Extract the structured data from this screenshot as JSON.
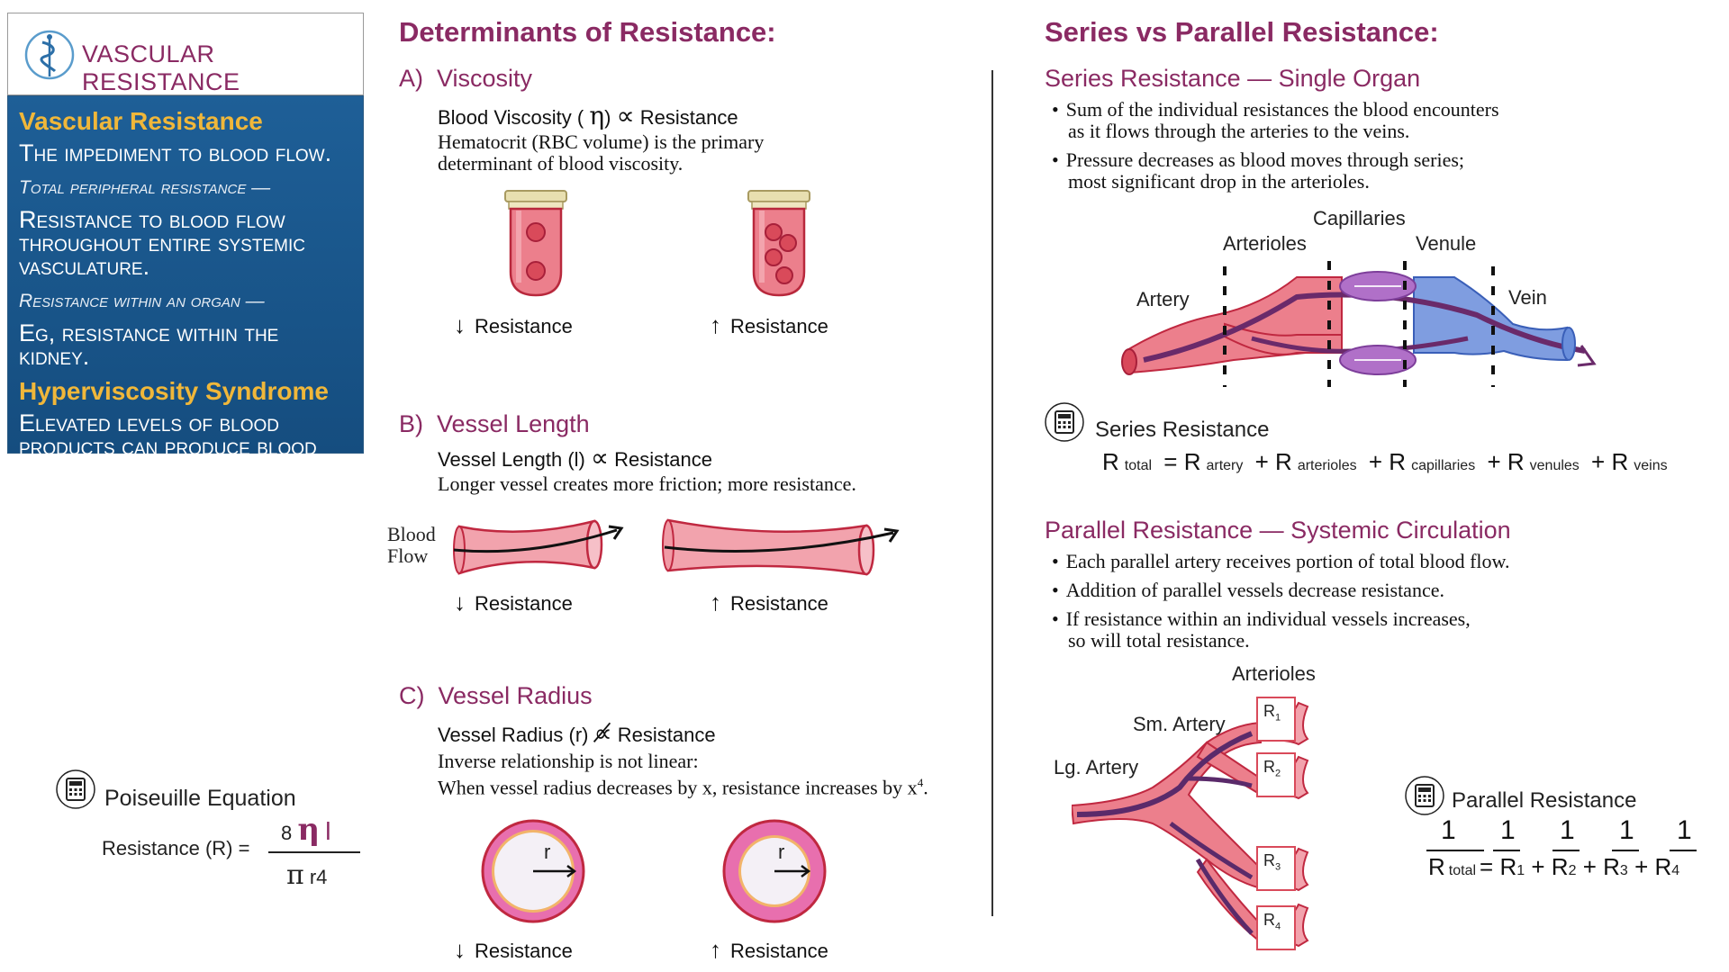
{
  "title_card": {
    "title": "VASCULAR RESISTANCE",
    "icon": "caduceus-icon"
  },
  "blue_panel": {
    "heading1": "Vascular Resistance",
    "def1": "The impediment to blood flow.",
    "sub1": "Total peripheral resistance —",
    "def2": "Resistance to blood flow throughout entire systemic vasculature.",
    "sub2": "Resistance within an organ —",
    "def3": "Eg, resistance within the kidney.",
    "heading2": "Hyperviscosity Syndrome",
    "def4": "Elevated levels of blood products can produce blood clots & stroke."
  },
  "poiseuille": {
    "title": "Poiseuille Equation",
    "lhs": "Resistance (R) =",
    "numerator_8": "8",
    "numerator_eta": "η",
    "numerator_l": "l",
    "denominator_pi": "π",
    "denominator_r": "r4"
  },
  "determinants": {
    "title": "Determinants of Resistance:",
    "a": {
      "letter": "A)",
      "name": "Viscosity",
      "relation_left": "Blood Viscosity (",
      "relation_eta": "η",
      "relation_close": ")",
      "relation_prop": "∝",
      "relation_right": "Resistance",
      "desc1": "Hematocrit (RBC volume) is the primary",
      "desc2": "determinant of blood viscosity.",
      "low_label": "Resistance",
      "high_label": "Resistance"
    },
    "b": {
      "letter": "B)",
      "name": "Vessel Length",
      "relation_left": "Vessel Length (l)",
      "relation_prop": "∝",
      "relation_right": "Resistance",
      "desc": "Longer vessel creates more friction; more resistance.",
      "flow_label_1": "Blood",
      "flow_label_2": "Flow",
      "low_label": "Resistance",
      "high_label": "Resistance"
    },
    "c": {
      "letter": "C)",
      "name": "Vessel Radius",
      "relation_left": "Vessel Radius (r)",
      "relation_prop": "∝̸",
      "relation_right": "Resistance",
      "desc1": "Inverse relationship is not linear:",
      "desc2": "When vessel radius decreases by x, resistance increases by x",
      "desc2_sup": "4",
      "desc2_end": ".",
      "radius_label": "r",
      "low_label": "Resistance",
      "high_label": "Resistance"
    },
    "down_arrow": "↓",
    "up_arrow": "↑"
  },
  "series_parallel": {
    "title": "Series vs Parallel Resistance:",
    "series": {
      "title": "Series Resistance — Single Organ",
      "bullet1a": "Sum of the individual resistances the blood encounters",
      "bullet1b": "as it flows through the arteries to the veins.",
      "bullet2a": "Pressure decreases as blood moves through series;",
      "bullet2b": "most significant drop in the arterioles.",
      "labels": {
        "capillaries": "Capillaries",
        "arterioles": "Arterioles",
        "venule": "Venule",
        "artery": "Artery",
        "vein": "Vein"
      },
      "eq_title": "Series Resistance",
      "eq": {
        "R": "R",
        "total": "total",
        "eq": "=",
        "plus": "+",
        "artery": "artery",
        "arterioles": "arterioles",
        "capillaries": "capillaries",
        "venules": "venules",
        "veins": "veins"
      }
    },
    "parallel": {
      "title": "Parallel Resistance —  Systemic Circulation",
      "bullet1": "Each parallel artery receives portion of total blood flow.",
      "bullet2": "Addition of parallel vessels decrease resistance.",
      "bullet3a": "If resistance within an individual vessels increases,",
      "bullet3b": "so will total resistance.",
      "labels": {
        "arterioles": "Arterioles",
        "sm_artery": "Sm. Artery",
        "lg_artery": "Lg. Artery",
        "r1": "R",
        "r1s": "1",
        "r2": "R",
        "r2s": "2",
        "r3": "R",
        "r3s": "3",
        "r4": "R",
        "r4s": "4"
      },
      "eq_title": "Parallel Resistance",
      "eq": {
        "one": "1",
        "R": "R",
        "total": "total",
        "eq": "=",
        "plus": "+",
        "s1": "1",
        "s2": "2",
        "s3": "3",
        "s4": "4"
      }
    }
  },
  "colors": {
    "plum": "#8a2a63",
    "panel_blue": "#1e5f97",
    "gold": "#f0b73a",
    "artery_red": "#d94a5a",
    "vein_blue": "#4a78c8",
    "capillary_purple": "#b070c8"
  }
}
